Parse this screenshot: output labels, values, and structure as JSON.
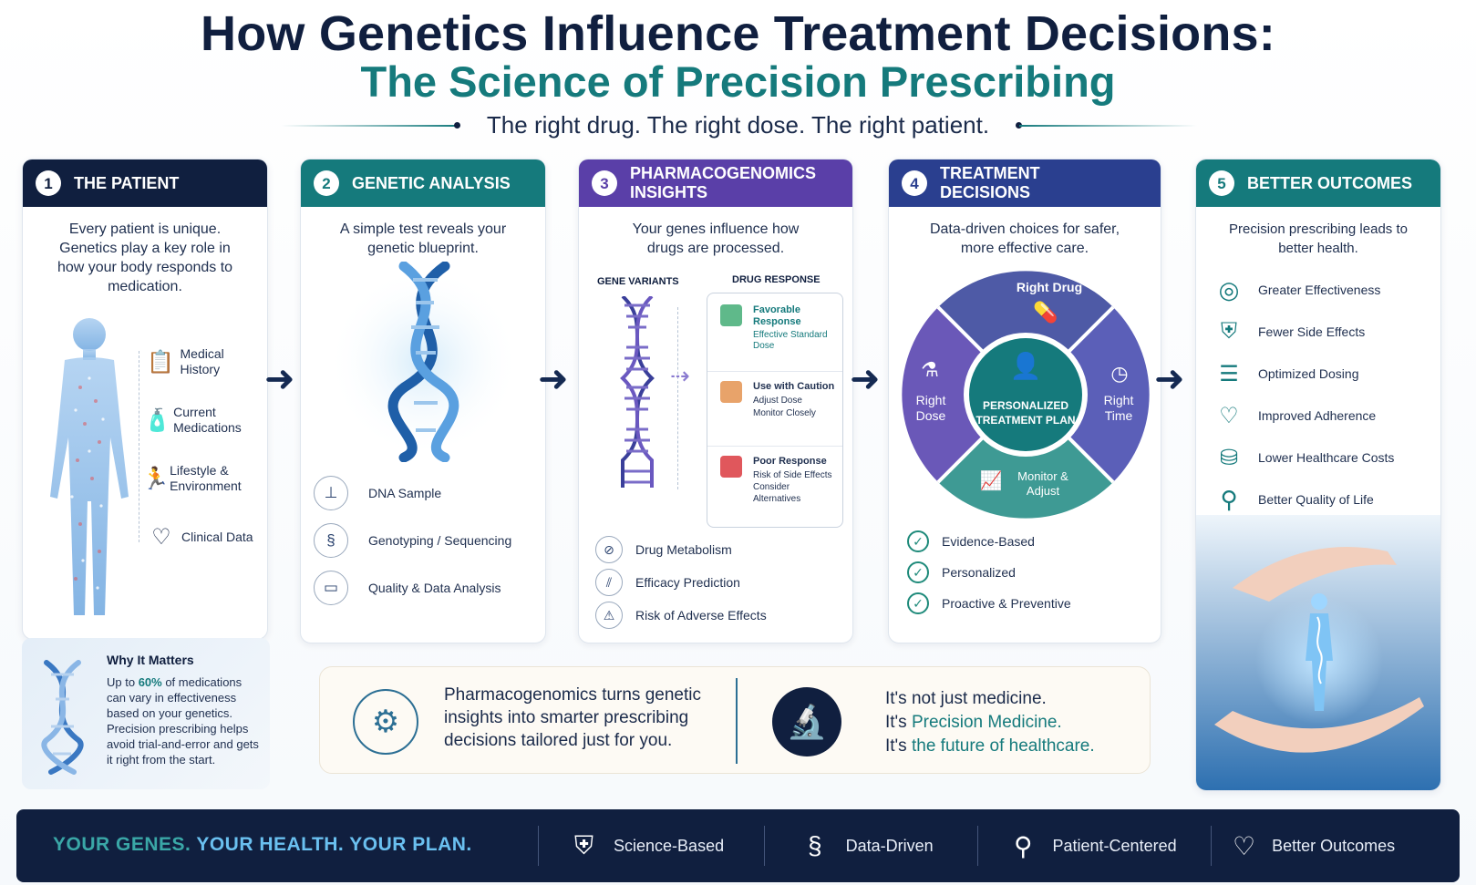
{
  "header": {
    "title_line1": "How Genetics Influence Treatment Decisions:",
    "title_line2": "The Science of Precision Prescribing",
    "tagline": "The right drug. The right dose. The right patient."
  },
  "colors": {
    "navy": "#101f3f",
    "teal": "#157a7c",
    "purple": "#5a3fa8",
    "accent_teal": "#1e8a7a"
  },
  "steps": [
    {
      "number": "1",
      "title": "THE PATIENT",
      "description": "Every patient is unique. Genetics play a key role in how your body responds to medication.",
      "items": [
        {
          "label": "Medical History",
          "icon": "clipboard-icon"
        },
        {
          "label": "Current Medications",
          "icon": "pill-bottle-icon"
        },
        {
          "label": "Lifestyle & Environment",
          "icon": "runner-icon"
        },
        {
          "label": "Clinical Data",
          "icon": "heart-pulse-icon"
        }
      ],
      "why": {
        "title": "Why It Matters",
        "text_before": "Up to ",
        "highlight": "60%",
        "text_after": " of medications can vary in effectiveness based on your genetics. Precision prescribing helps avoid trial-and-error and gets it right from the start."
      }
    },
    {
      "number": "2",
      "title": "GENETIC ANALYSIS",
      "description": "A simple test reveals your genetic blueprint.",
      "items": [
        {
          "label": "DNA Sample",
          "icon": "test-tube-icon"
        },
        {
          "label": "Genotyping / Sequencing",
          "icon": "dna-icon"
        },
        {
          "label": "Quality & Data Analysis",
          "icon": "monitor-icon"
        }
      ]
    },
    {
      "number": "3",
      "title": "PHARMACOGENOMICS INSIGHTS",
      "description": "Your genes influence how drugs are processed.",
      "gene_variants_label": "GENE VARIANTS",
      "drug_response_label": "DRUG RESPONSE",
      "responses": [
        {
          "title": "Favorable Response",
          "detail": "Effective Standard Dose",
          "color": "#5fb98a"
        },
        {
          "title": "Use with Caution",
          "detail": "Adjust Dose Monitor Closely",
          "color": "#e8a36a"
        },
        {
          "title": "Poor Response",
          "detail": "Risk of Side Effects Consider Alternatives",
          "color": "#e0575c"
        }
      ],
      "items": [
        {
          "label": "Drug Metabolism",
          "icon": "pills-icon"
        },
        {
          "label": "Efficacy Prediction",
          "icon": "chart-icon"
        },
        {
          "label": "Risk of Adverse Effects",
          "icon": "warning-icon"
        }
      ]
    },
    {
      "number": "4",
      "title": "TREATMENT DECISIONS",
      "description": "Data-driven choices for safer, more effective care.",
      "wheel": {
        "center": "PERSONALIZED TREATMENT PLAN",
        "top": "Right Drug",
        "left": "Right Dose",
        "right": "Right Time",
        "bottom": "Monitor & Adjust"
      },
      "checks": [
        "Evidence-Based",
        "Personalized",
        "Proactive & Preventive"
      ]
    },
    {
      "number": "5",
      "title": "BETTER OUTCOMES",
      "description": "Precision prescribing leads to better health.",
      "items": [
        {
          "label": "Greater Effectiveness",
          "icon": "target-icon"
        },
        {
          "label": "Fewer Side Effects",
          "icon": "shield-icon"
        },
        {
          "label": "Optimized Dosing",
          "icon": "sliders-icon"
        },
        {
          "label": "Improved Adherence",
          "icon": "hand-heart-icon"
        },
        {
          "label": "Lower Healthcare Costs",
          "icon": "coins-icon"
        },
        {
          "label": "Better Quality of Life",
          "icon": "person-icon"
        }
      ]
    }
  ],
  "summary": {
    "left_text": "Pharmacogenomics turns genetic insights into smarter prescribing decisions tailored just for you.",
    "line1": "It's not just medicine.",
    "line2_prefix": "It's ",
    "line2_highlight": "Precision Medicine.",
    "line3_prefix": "It's ",
    "line3_highlight": "the future of healthcare."
  },
  "footer": {
    "slogan_part1": "YOUR GENES. ",
    "slogan_part2": "YOUR HEALTH. YOUR PLAN.",
    "items": [
      {
        "label": "Science-Based",
        "icon": "shield-check-icon"
      },
      {
        "label": "Data-Driven",
        "icon": "dna-icon"
      },
      {
        "label": "Patient-Centered",
        "icon": "person-icon"
      },
      {
        "label": "Better Outcomes",
        "icon": "heart-pulse-icon"
      }
    ]
  }
}
